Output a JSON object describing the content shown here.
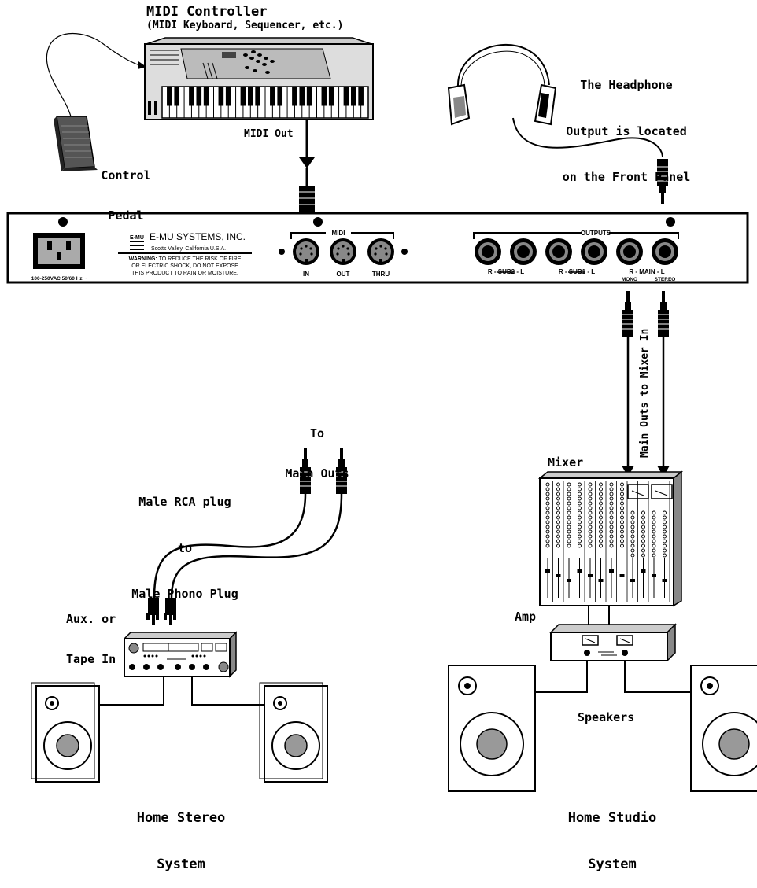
{
  "midi_controller": {
    "title": "MIDI Controller",
    "subtitle": "(MIDI Keyboard, Sequencer, etc.)",
    "midi_out_label": "MIDI Out"
  },
  "control_pedal": {
    "line1": "Control",
    "line2": "Pedal"
  },
  "headphones": {
    "line1": "The Headphone",
    "line2": "Output is located",
    "line3": "on the Front Panel"
  },
  "rear_panel": {
    "power_label": "100-250VAC  50/60 Hz ~",
    "logo": "E-MU",
    "company": "E-MU SYSTEMS, INC.",
    "location": "Scotts Valley, California U.S.A.",
    "warning_bold": "WARNING:",
    "warning_1": " TO REDUCE THE  RISK OF FIRE",
    "warning_2": "OR ELECTRIC SHOCK, DO NOT EXPOSE",
    "warning_3": "THIS PRODUCT TO RAIN OR MOISTURE.",
    "midi_header": "MIDI",
    "midi_ports": [
      "IN",
      "OUT",
      "THRU"
    ],
    "outputs_header": "OUTPUTS",
    "output_groups": [
      "R - SUB2 - L",
      "R - SUB1 - L",
      "R - MAIN - L"
    ],
    "mono_label": "MONO",
    "stereo_label": "STEREO"
  },
  "main_outs_to_mixer": "Main Outs to Mixer In",
  "to_main_outs": {
    "line1": "To",
    "line2": "Main Outs"
  },
  "rca_plug": {
    "line1": "Male RCA plug",
    "line2": "to",
    "line3": "Male Phono Plug"
  },
  "aux_in": {
    "line1": "Aux. or",
    "line2": "Tape In"
  },
  "mixer_label": "Mixer",
  "amp_label": "Amp",
  "speakers_label": "Speakers",
  "home_stereo": {
    "line1": "Home Stereo",
    "line2": "System"
  },
  "home_studio": {
    "line1": "Home Studio",
    "line2": "System"
  }
}
